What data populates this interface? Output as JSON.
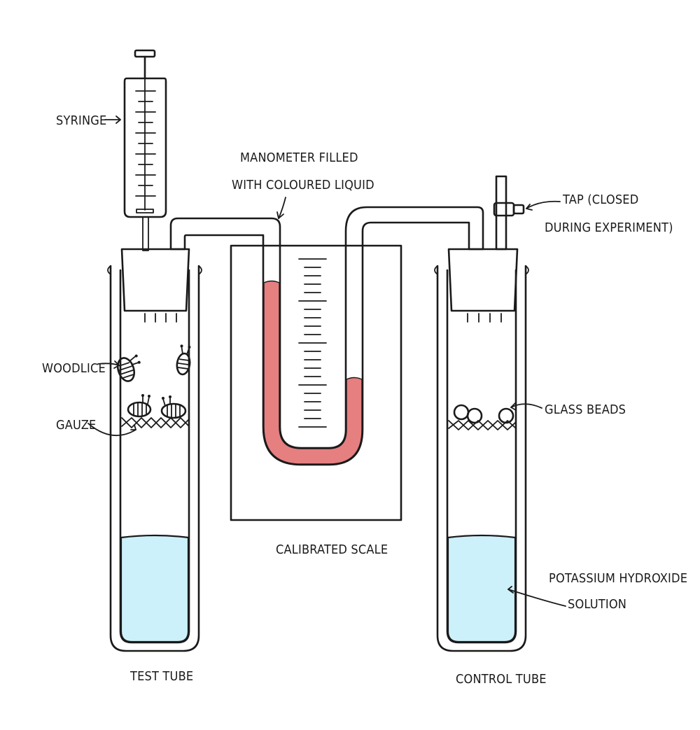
{
  "labels": {
    "syringe": "SYRINGE",
    "manometer_line1": "MANOMETER FILLED",
    "manometer_line2": "WITH COLOURED LIQUID",
    "tap_line1": "TAP (CLOSED",
    "tap_line2": "DURING EXPERIMENT)",
    "woodlice": "WOODLICE",
    "gauze": "GAUZE",
    "glass_beads": "GLASS BEADS",
    "calibrated_scale": "CALIBRATED SCALE",
    "koh_line1": "POTASSIUM HYDROXIDE",
    "koh_line2": "SOLUTION",
    "test_tube": "TEST TUBE",
    "control_tube": "CONTROL TUBE"
  },
  "colors": {
    "ink": "#1a1a1a",
    "bung": "#f9ad7d",
    "manometer_liquid": "#e57f80",
    "koh_solution": "#cdf1fb",
    "tube_interior": "#eef3fb",
    "glass_bead": "#c5dff3",
    "tap": "#f2c233",
    "woodlouse": "#9a9a9a"
  },
  "icons": {
    "woodlouse": "woodlouse-icon",
    "glass_bead": "glass-bead-icon",
    "gauze": "gauze-mesh-icon"
  }
}
